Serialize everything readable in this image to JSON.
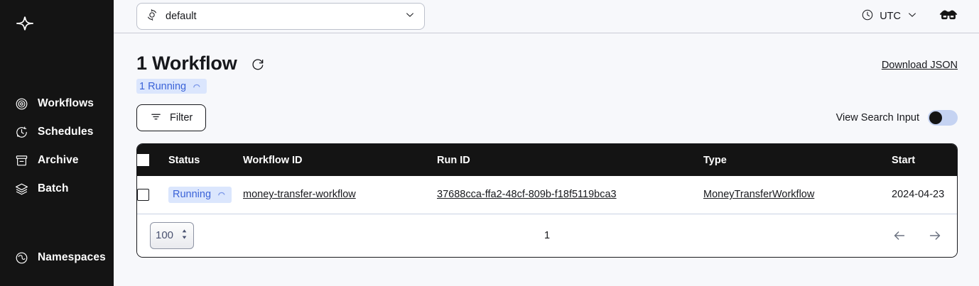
{
  "sidebar": {
    "logo_icon": "temporal-star-logo",
    "primary_items": [
      {
        "label": "Workflows",
        "icon": "workflows-spiral-icon"
      },
      {
        "label": "Schedules",
        "icon": "schedules-clock-icon"
      },
      {
        "label": "Archive",
        "icon": "archive-box-icon"
      },
      {
        "label": "Batch",
        "icon": "batch-layers-icon"
      }
    ],
    "secondary_items": [
      {
        "label": "Namespaces",
        "icon": "namespaces-circle-icon"
      }
    ]
  },
  "topbar": {
    "namespace": {
      "icon": "namespace-icon",
      "value": "default",
      "chevron_icon": "chevron-down-icon"
    },
    "timezone": {
      "icon": "clock-icon",
      "label": "UTC",
      "chevron_icon": "chevron-down-icon"
    },
    "labs_icon": "glasses-icon"
  },
  "header": {
    "title": "1 Workflow",
    "refresh_icon": "refresh-icon",
    "download_label": "Download JSON",
    "status_badges": [
      {
        "label": "1 Running",
        "icon": "spinner-icon",
        "color": "#3b63d8",
        "bg": "#dbe6fd"
      }
    ]
  },
  "toolbar": {
    "filter_label": "Filter",
    "filter_icon": "filter-icon",
    "view_search_input_label": "View Search Input",
    "view_search_input_on": false
  },
  "table": {
    "columns": [
      "Status",
      "Workflow ID",
      "Run ID",
      "Type",
      "Start"
    ],
    "select_all_checked": false,
    "rows": [
      {
        "checked": false,
        "status": "Running",
        "status_icon": "spinner-icon",
        "workflow_id": "money-transfer-workflow",
        "run_id": "37688cca-ffa2-48cf-809b-f18f5119bca3",
        "type": "MoneyTransferWorkflow",
        "start": "2024-04-23"
      }
    ]
  },
  "footer": {
    "page_size": "100",
    "page_number": "1",
    "prev_icon": "arrow-left-icon",
    "next_icon": "arrow-right-icon"
  },
  "colors": {
    "sidebar_bg": "#141414",
    "page_bg": "#f7f8fb",
    "accent_blue": "#3b63d8",
    "badge_bg": "#dbe6fd",
    "text": "#17181c"
  }
}
